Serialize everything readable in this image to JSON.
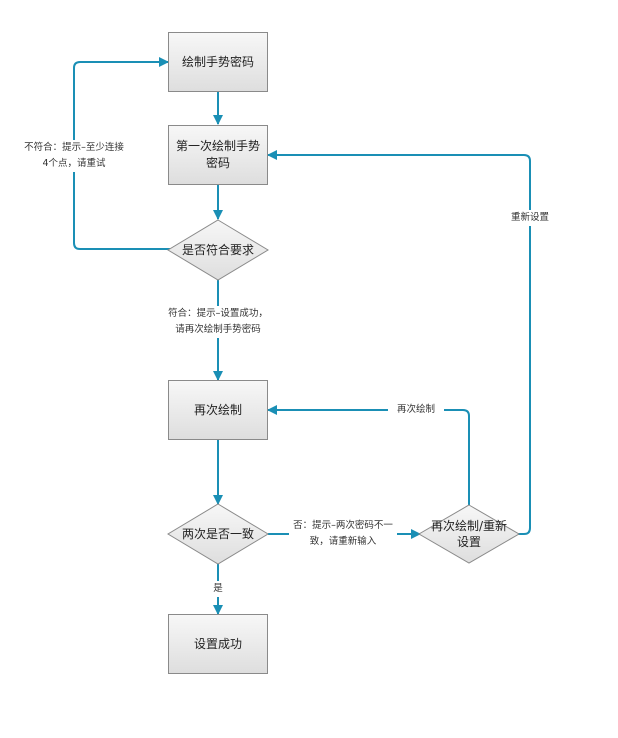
{
  "colors": {
    "connector": "#1a8fb5",
    "node_border": "#8a8a8a",
    "node_fill_top": "#f7f7f7",
    "node_fill_bottom": "#dedede"
  },
  "nodes": {
    "draw_gesture": "绘制手势密码",
    "first_draw": "第一次绘制手势密码",
    "meets_requirement": "是否符合要求",
    "draw_again": "再次绘制",
    "consistent_check": "两次是否一致",
    "redraw_reset": "再次绘制/重新设置",
    "success": "设置成功"
  },
  "edge_labels": {
    "not_meet": "不符合：提示–至少连接4个点，请重试",
    "meet": "符合：提示–设置成功，请再次绘制手势密码",
    "mismatch": "否：提示–两次密码不一致，请重新输入",
    "redraw": "再次绘制",
    "reset": "重新设置",
    "yes": "是"
  }
}
